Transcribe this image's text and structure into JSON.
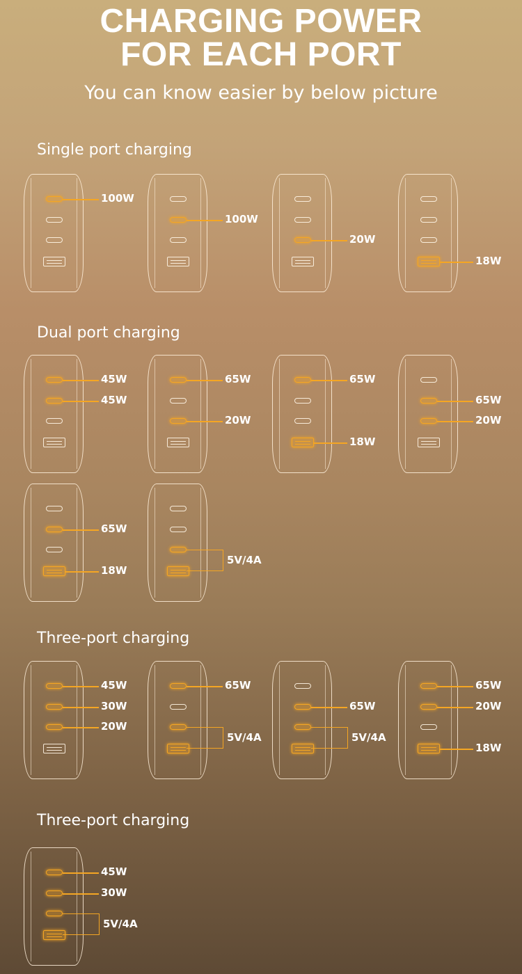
{
  "header": {
    "title_line1": "CHARGING POWER",
    "title_line2": "FOR EACH PORT",
    "subtitle": "You can know easier by below picture"
  },
  "sections": [
    {
      "title": "Single port charging"
    },
    {
      "title": "Dual port charging"
    },
    {
      "title": "Three-port charging"
    },
    {
      "title": "Three-port charging"
    }
  ],
  "chargers": [
    {
      "active": [
        1,
        0,
        0,
        0
      ],
      "labels": [
        {
          "port": 0,
          "text": "100W"
        }
      ]
    },
    {
      "active": [
        0,
        1,
        0,
        0
      ],
      "labels": [
        {
          "port": 1,
          "text": "100W"
        }
      ]
    },
    {
      "active": [
        0,
        0,
        1,
        0
      ],
      "labels": [
        {
          "port": 2,
          "text": "20W"
        }
      ]
    },
    {
      "active": [
        0,
        0,
        0,
        1
      ],
      "labels": [
        {
          "port": 3,
          "text": "18W"
        }
      ]
    },
    {
      "active": [
        1,
        1,
        0,
        0
      ],
      "labels": [
        {
          "port": 0,
          "text": "45W"
        },
        {
          "port": 1,
          "text": "45W"
        }
      ]
    },
    {
      "active": [
        1,
        0,
        1,
        0
      ],
      "labels": [
        {
          "port": 0,
          "text": "65W"
        },
        {
          "port": 2,
          "text": "20W"
        }
      ]
    },
    {
      "active": [
        1,
        0,
        0,
        1
      ],
      "labels": [
        {
          "port": 0,
          "text": "65W"
        },
        {
          "port": 3,
          "text": "18W"
        }
      ]
    },
    {
      "active": [
        0,
        1,
        1,
        0
      ],
      "labels": [
        {
          "port": 1,
          "text": "65W"
        },
        {
          "port": 2,
          "text": "20W"
        }
      ]
    },
    {
      "active": [
        0,
        1,
        0,
        1
      ],
      "labels": [
        {
          "port": 1,
          "text": "65W"
        },
        {
          "port": 3,
          "text": "18W"
        }
      ]
    },
    {
      "active": [
        0,
        0,
        1,
        1
      ],
      "labels": [],
      "bracket": {
        "ports": [
          2,
          3
        ],
        "text": "5V/4A"
      }
    },
    {
      "active": [
        1,
        1,
        1,
        0
      ],
      "labels": [
        {
          "port": 0,
          "text": "45W"
        },
        {
          "port": 1,
          "text": "30W"
        },
        {
          "port": 2,
          "text": "20W"
        }
      ]
    },
    {
      "active": [
        1,
        0,
        1,
        1
      ],
      "labels": [
        {
          "port": 0,
          "text": "65W"
        }
      ],
      "bracket": {
        "ports": [
          2,
          3
        ],
        "text": "5V/4A"
      }
    },
    {
      "active": [
        0,
        1,
        1,
        1
      ],
      "labels": [
        {
          "port": 1,
          "text": "65W"
        }
      ],
      "bracket": {
        "ports": [
          2,
          3
        ],
        "text": "5V/4A"
      }
    },
    {
      "active": [
        1,
        1,
        0,
        1
      ],
      "labels": [
        {
          "port": 0,
          "text": "65W"
        },
        {
          "port": 1,
          "text": "20W"
        },
        {
          "port": 3,
          "text": "18W"
        }
      ]
    },
    {
      "active": [
        1,
        1,
        1,
        1
      ],
      "labels": [
        {
          "port": 0,
          "text": "45W"
        },
        {
          "port": 1,
          "text": "30W"
        }
      ],
      "bracket": {
        "ports": [
          2,
          3
        ],
        "text": "5V/4A"
      }
    }
  ],
  "colors": {
    "accent": "#f5a623",
    "outline": "#fff0dc"
  }
}
